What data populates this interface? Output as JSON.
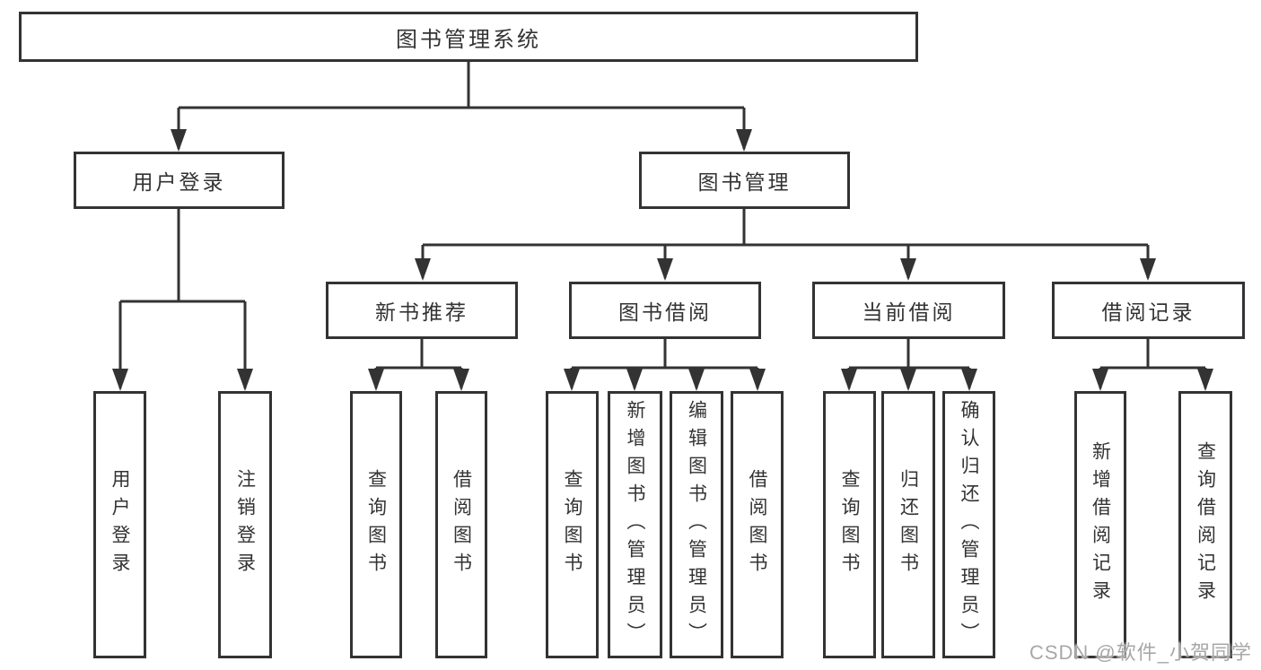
{
  "tree": {
    "root": "图书管理系统",
    "level2": [
      "用户登录",
      "图书管理"
    ],
    "level3": [
      "新书推荐",
      "图书借阅",
      "当前借阅",
      "借阅记录"
    ],
    "leaves": {
      "user": [
        "用户登录",
        "注销登录"
      ],
      "recommend": [
        "查询图书",
        "借阅图书"
      ],
      "borrow": [
        "查询图书",
        "新增图书（管理员）",
        "编辑图书（管理员）",
        "借阅图书"
      ],
      "current": [
        "查询图书",
        "归还图书",
        "确认归还（管理员）"
      ],
      "records": [
        "新增借阅记录",
        "查询借阅记录"
      ]
    }
  },
  "watermark": {
    "text": "CSDN @软件_小贺同学"
  },
  "colors": {
    "line": "#333333",
    "box_border": "#333333",
    "box_background": "#ffffff",
    "text": "#333333",
    "watermark": "#a8a8a8"
  }
}
